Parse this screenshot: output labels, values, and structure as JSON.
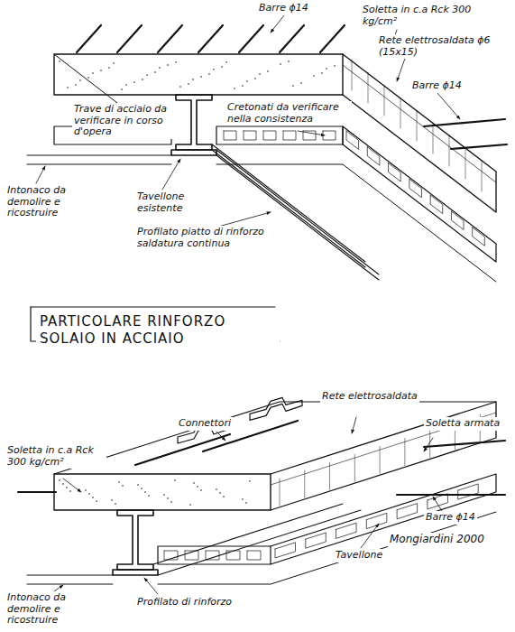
{
  "diagram": {
    "title": "PARTICOLARE RINFORZO SOLAIO IN ACCIAIO",
    "labels": [
      "Barre ϕ14",
      "Soletta in c.a Rck 300 kg/cm²",
      "Rete elettrosaldata ϕ6 (15x15)",
      "Barre ϕ14",
      "Trave di acciaio da verificare in corso d'opera",
      "Cretonati da verificare nella consistenza",
      "Intonaco da demolire e ricostruire",
      "Tavellone esistente",
      "Profilato piatto di rinforzo saldatura continua",
      "Soletta in c.a Rck 300 kg/cm²",
      "Connettori",
      "Rete elettrosaldata",
      "Soletta armata",
      "Barre ϕ14",
      "Intonaco da demolire e ricostruire",
      "Profilato di rinforzo",
      "Tavellone",
      "Mongiardini 2000"
    ]
  }
}
